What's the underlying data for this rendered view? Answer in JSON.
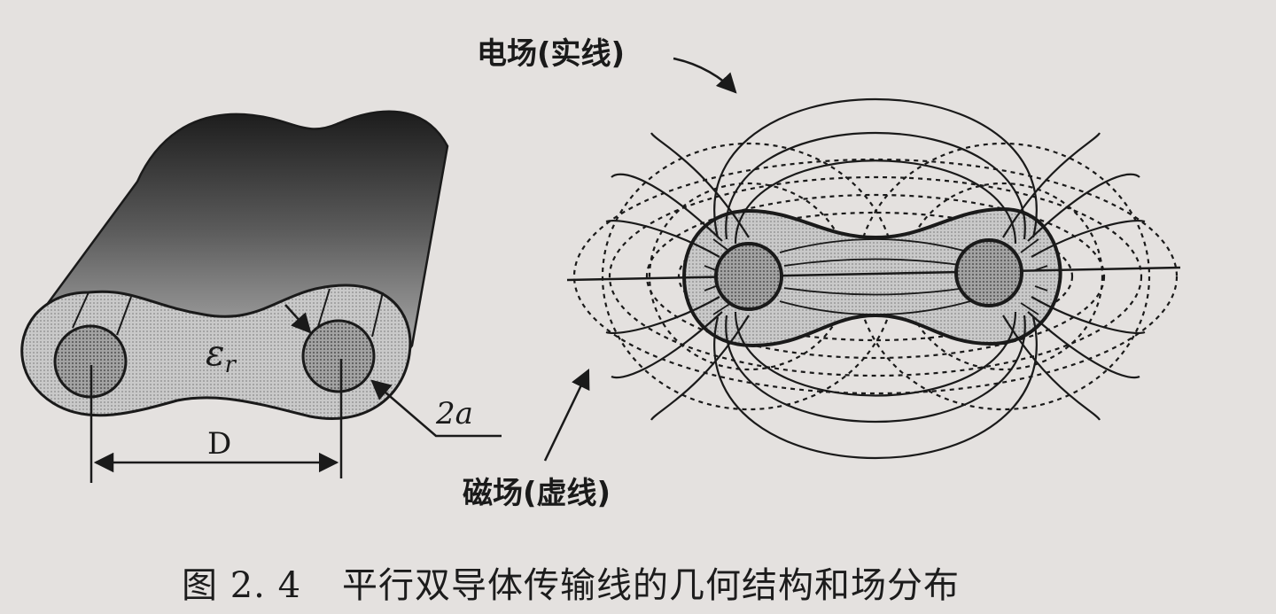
{
  "left_diagram": {
    "dielectric_label": "ε",
    "dielectric_subscript": "r",
    "separation_label": "D",
    "diameter_label": "2a"
  },
  "right_diagram": {
    "electric_field_label": "电场(实线)",
    "magnetic_field_label": "磁场(虚线)"
  },
  "caption": {
    "figure_number": "图 2. 4",
    "title": "平行双导体传输线的几何结构和场分布"
  },
  "colors": {
    "background": "#e4e1df",
    "ink": "#1a1a1a",
    "conductor_fill": "#9b9b9b",
    "dielectric_fill": "#c4c4c4"
  }
}
